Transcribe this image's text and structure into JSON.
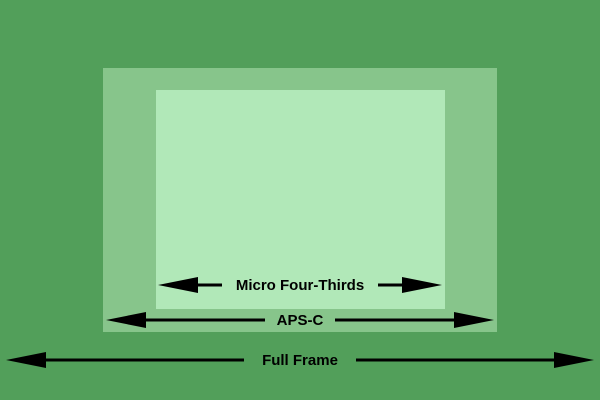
{
  "colors": {
    "background": "#529f5a",
    "aps_c_fill": "#87c58b",
    "micro_four_thirds_fill": "#b1e8b8",
    "arrow": "#000000"
  },
  "labels": {
    "micro_four_thirds": "Micro Four-Thirds",
    "aps_c": "APS-C",
    "full_frame": "Full Frame"
  }
}
